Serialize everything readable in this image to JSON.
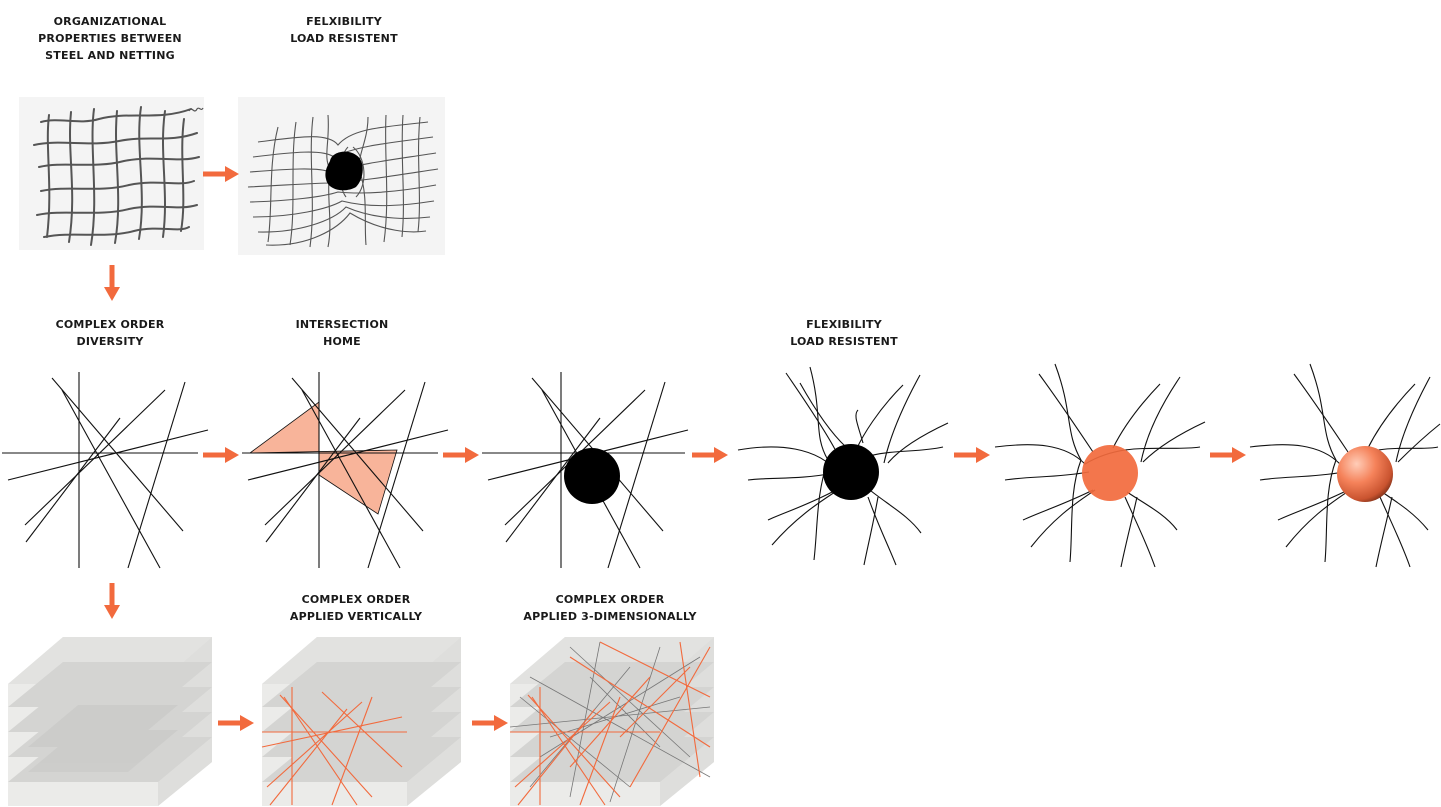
{
  "labels": {
    "organizational": [
      "ORGANIZATIONAL",
      "PROPERTIES BETWEEN",
      "STEEL AND NETTING"
    ],
    "felxibility": [
      "FELXIBILITY",
      "LOAD RESISTENT"
    ],
    "complex_order": [
      "COMPLEX ORDER",
      "DIVERSITY"
    ],
    "intersection": [
      "INTERSECTION",
      "HOME"
    ],
    "flexibility": [
      "FLEXIBILITY",
      "LOAD RESISTENT"
    ],
    "vertical": [
      "COMPLEX ORDER",
      "APPLIED VERTICALLY"
    ],
    "three_d": [
      "COMPLEX ORDER",
      "APPLIED 3-DIMENSIONALLY"
    ]
  },
  "colors": {
    "accent": "#f26a3d",
    "fill_light": "#f8b49a",
    "ink": "#111111",
    "sketch": "#555555",
    "panel_bg": "#f4f4f4",
    "layer": "#e4e4e2"
  }
}
